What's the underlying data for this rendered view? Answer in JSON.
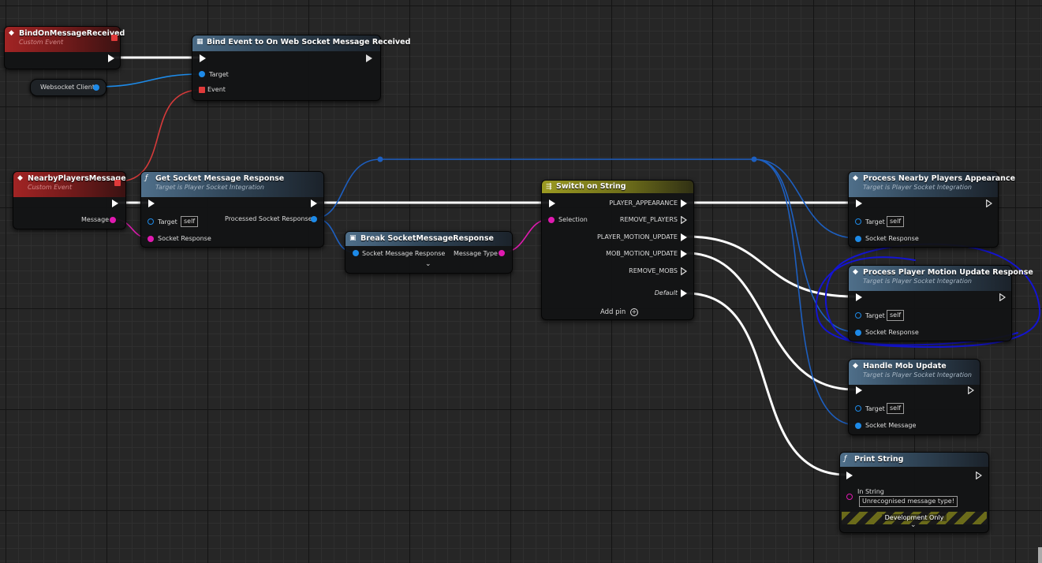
{
  "nodes": {
    "bind_on_message_received": {
      "title": "BindOnMessageReceived",
      "subtitle": "Custom Event"
    },
    "bind_event": {
      "title": "Bind Event to On Web Socket Message Received",
      "target_label": "Target",
      "event_label": "Event"
    },
    "websocket_client": {
      "label": "Websocket Client"
    },
    "nearby_players_message": {
      "title": "NearbyPlayersMessage",
      "subtitle": "Custom Event",
      "message_label": "Message"
    },
    "get_socket_message_response": {
      "title": "Get Socket Message Response",
      "subtitle": "Target is Player Socket Integration",
      "target_label": "Target",
      "target_value": "self",
      "socket_response_label": "Socket Response",
      "processed_label": "Processed Socket Response"
    },
    "break_socket_message_response": {
      "title": "Break SocketMessageResponse",
      "socket_message_response_label": "Socket Message Response",
      "message_type_label": "Message Type"
    },
    "switch_on_string": {
      "title": "Switch on String",
      "selection_label": "Selection",
      "cases": [
        "PLAYER_APPEARANCE",
        "REMOVE_PLAYERS",
        "PLAYER_MOTION_UPDATE",
        "MOB_MOTION_UPDATE",
        "REMOVE_MOBS"
      ],
      "default_label": "Default",
      "add_pin_label": "Add pin"
    },
    "process_nearby_players_appearance": {
      "title": "Process Nearby Players Appearance",
      "subtitle": "Target is Player Socket Integration",
      "target_label": "Target",
      "target_value": "self",
      "socket_response_label": "Socket Response"
    },
    "process_player_motion_update_response": {
      "title": "Process Player Motion Update Response",
      "subtitle": "Target is Player Socket Integration",
      "target_label": "Target",
      "target_value": "self",
      "socket_response_label": "Socket Response"
    },
    "handle_mob_update": {
      "title": "Handle Mob Update",
      "subtitle": "Target is Player Socket Integration",
      "target_label": "Target",
      "target_value": "self",
      "socket_message_label": "Socket Message"
    },
    "print_string": {
      "title": "Print String",
      "in_string_label": "In String",
      "in_string_value": "Unrecognised message type!",
      "development_only": "Development Only"
    }
  },
  "colors": {
    "exec": "#ffffff",
    "object": "#1d8ae8",
    "string": "#e01ab0",
    "delegate": "#e03a3a",
    "annotation": "#1414c8"
  }
}
